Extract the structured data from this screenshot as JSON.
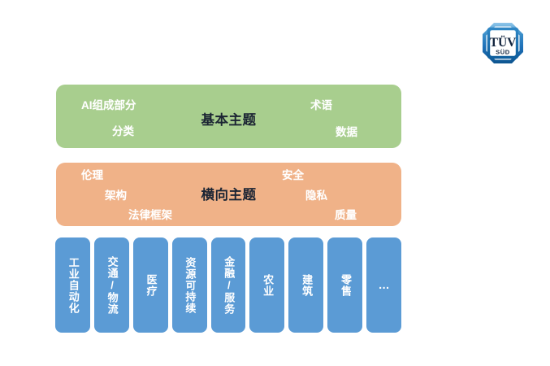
{
  "logo": {
    "name": "tuv-sud-logo",
    "primary_text": "TÜV",
    "secondary_text": "SÜD",
    "colors": {
      "octagon_blue": "#1d70b8",
      "octagon_blue_light": "#5aa9dd",
      "text_navy": "#10233d",
      "inner_white": "#ffffff"
    }
  },
  "bands": [
    {
      "id": "basic-topics",
      "title": "基本主题",
      "color": "#a8ce8e",
      "title_color": "#1b2433",
      "tags": [
        "AI组成部分",
        "分类",
        "术语",
        "数据"
      ]
    },
    {
      "id": "horizontal-topics",
      "title": "横向主题",
      "color": "#f0b288",
      "title_color": "#1b2433",
      "tags": [
        "伦理",
        "架构",
        "法律框架",
        "安全",
        "隐私",
        "质量"
      ]
    }
  ],
  "sectors": {
    "color": "#5b9bd5",
    "label_color": "#ffffff",
    "items": [
      {
        "label": "工业自动化",
        "orientation": "vertical"
      },
      {
        "label": "交通/物流",
        "orientation": "vertical"
      },
      {
        "label": "医疗",
        "orientation": "vertical"
      },
      {
        "label": "资源可持续",
        "orientation": "vertical"
      },
      {
        "label": "金融/服务",
        "orientation": "vertical"
      },
      {
        "label": "农业",
        "orientation": "vertical"
      },
      {
        "label": "建筑",
        "orientation": "vertical"
      },
      {
        "label": "零售",
        "orientation": "vertical"
      },
      {
        "label": "…",
        "orientation": "horizontal"
      }
    ]
  },
  "background_color": "#ffffff"
}
